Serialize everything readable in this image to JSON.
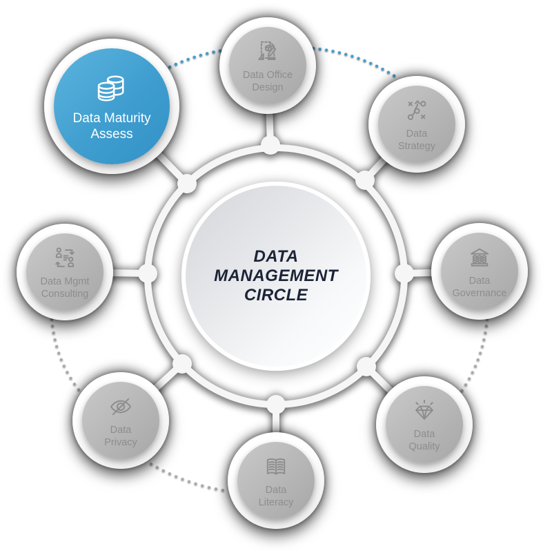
{
  "center": {
    "line1": "DATA",
    "line2": "MANAGEMENT",
    "line3": "CIRCLE"
  },
  "nodes": [
    {
      "id": "data-maturity-assess",
      "line1": "Data Maturity",
      "line2": "Assess",
      "icon": "database-icon",
      "highlighted": true
    },
    {
      "id": "data-office-design",
      "line1": "Data Office",
      "line2": "Design",
      "icon": "blueprint-design-icon",
      "highlighted": false
    },
    {
      "id": "data-strategy",
      "line1": "Data",
      "line2": "Strategy",
      "icon": "strategy-plan-icon",
      "highlighted": false
    },
    {
      "id": "data-governance",
      "line1": "Data",
      "line2": "Governance",
      "icon": "bank-icon",
      "highlighted": false
    },
    {
      "id": "data-quality",
      "line1": "Data",
      "line2": "Quality",
      "icon": "diamond-icon",
      "highlighted": false
    },
    {
      "id": "data-literacy",
      "line1": "Data",
      "line2": "Literacy",
      "icon": "open-book-icon",
      "highlighted": false
    },
    {
      "id": "data-privacy",
      "line1": "Data",
      "line2": "Privacy",
      "icon": "eye-off-icon",
      "highlighted": false
    },
    {
      "id": "data-mgmt-consulting",
      "line1": "Data Mgmt",
      "line2": "Consulting",
      "icon": "people-exchange-icon",
      "highlighted": false
    }
  ],
  "connectors": [
    {
      "from": "data-maturity-assess",
      "to": "data-office-design",
      "style": "dotted",
      "color": "#3d9fd4"
    },
    {
      "from": "data-office-design",
      "to": "data-strategy",
      "style": "dotted",
      "color": "#3d9fd4"
    },
    {
      "from": "data-governance",
      "to": "data-quality",
      "style": "dotted",
      "color": "#a9a9a9"
    },
    {
      "from": "data-mgmt-consulting",
      "to": "data-privacy",
      "style": "dotted",
      "color": "#a9a9a9"
    },
    {
      "from": "data-privacy",
      "to": "data-literacy",
      "style": "dotted",
      "color": "#a9a9a9"
    }
  ],
  "colors": {
    "highlight_blue": "#3f9ecf",
    "gray_fill": "#b6b6b6",
    "gray_label": "#8d8d8d",
    "center_text_navy": "#1b2437",
    "dot_blue": "#3d9fd4",
    "dot_gray": "#a9a9a9",
    "ring_white": "#f6f6f6"
  }
}
